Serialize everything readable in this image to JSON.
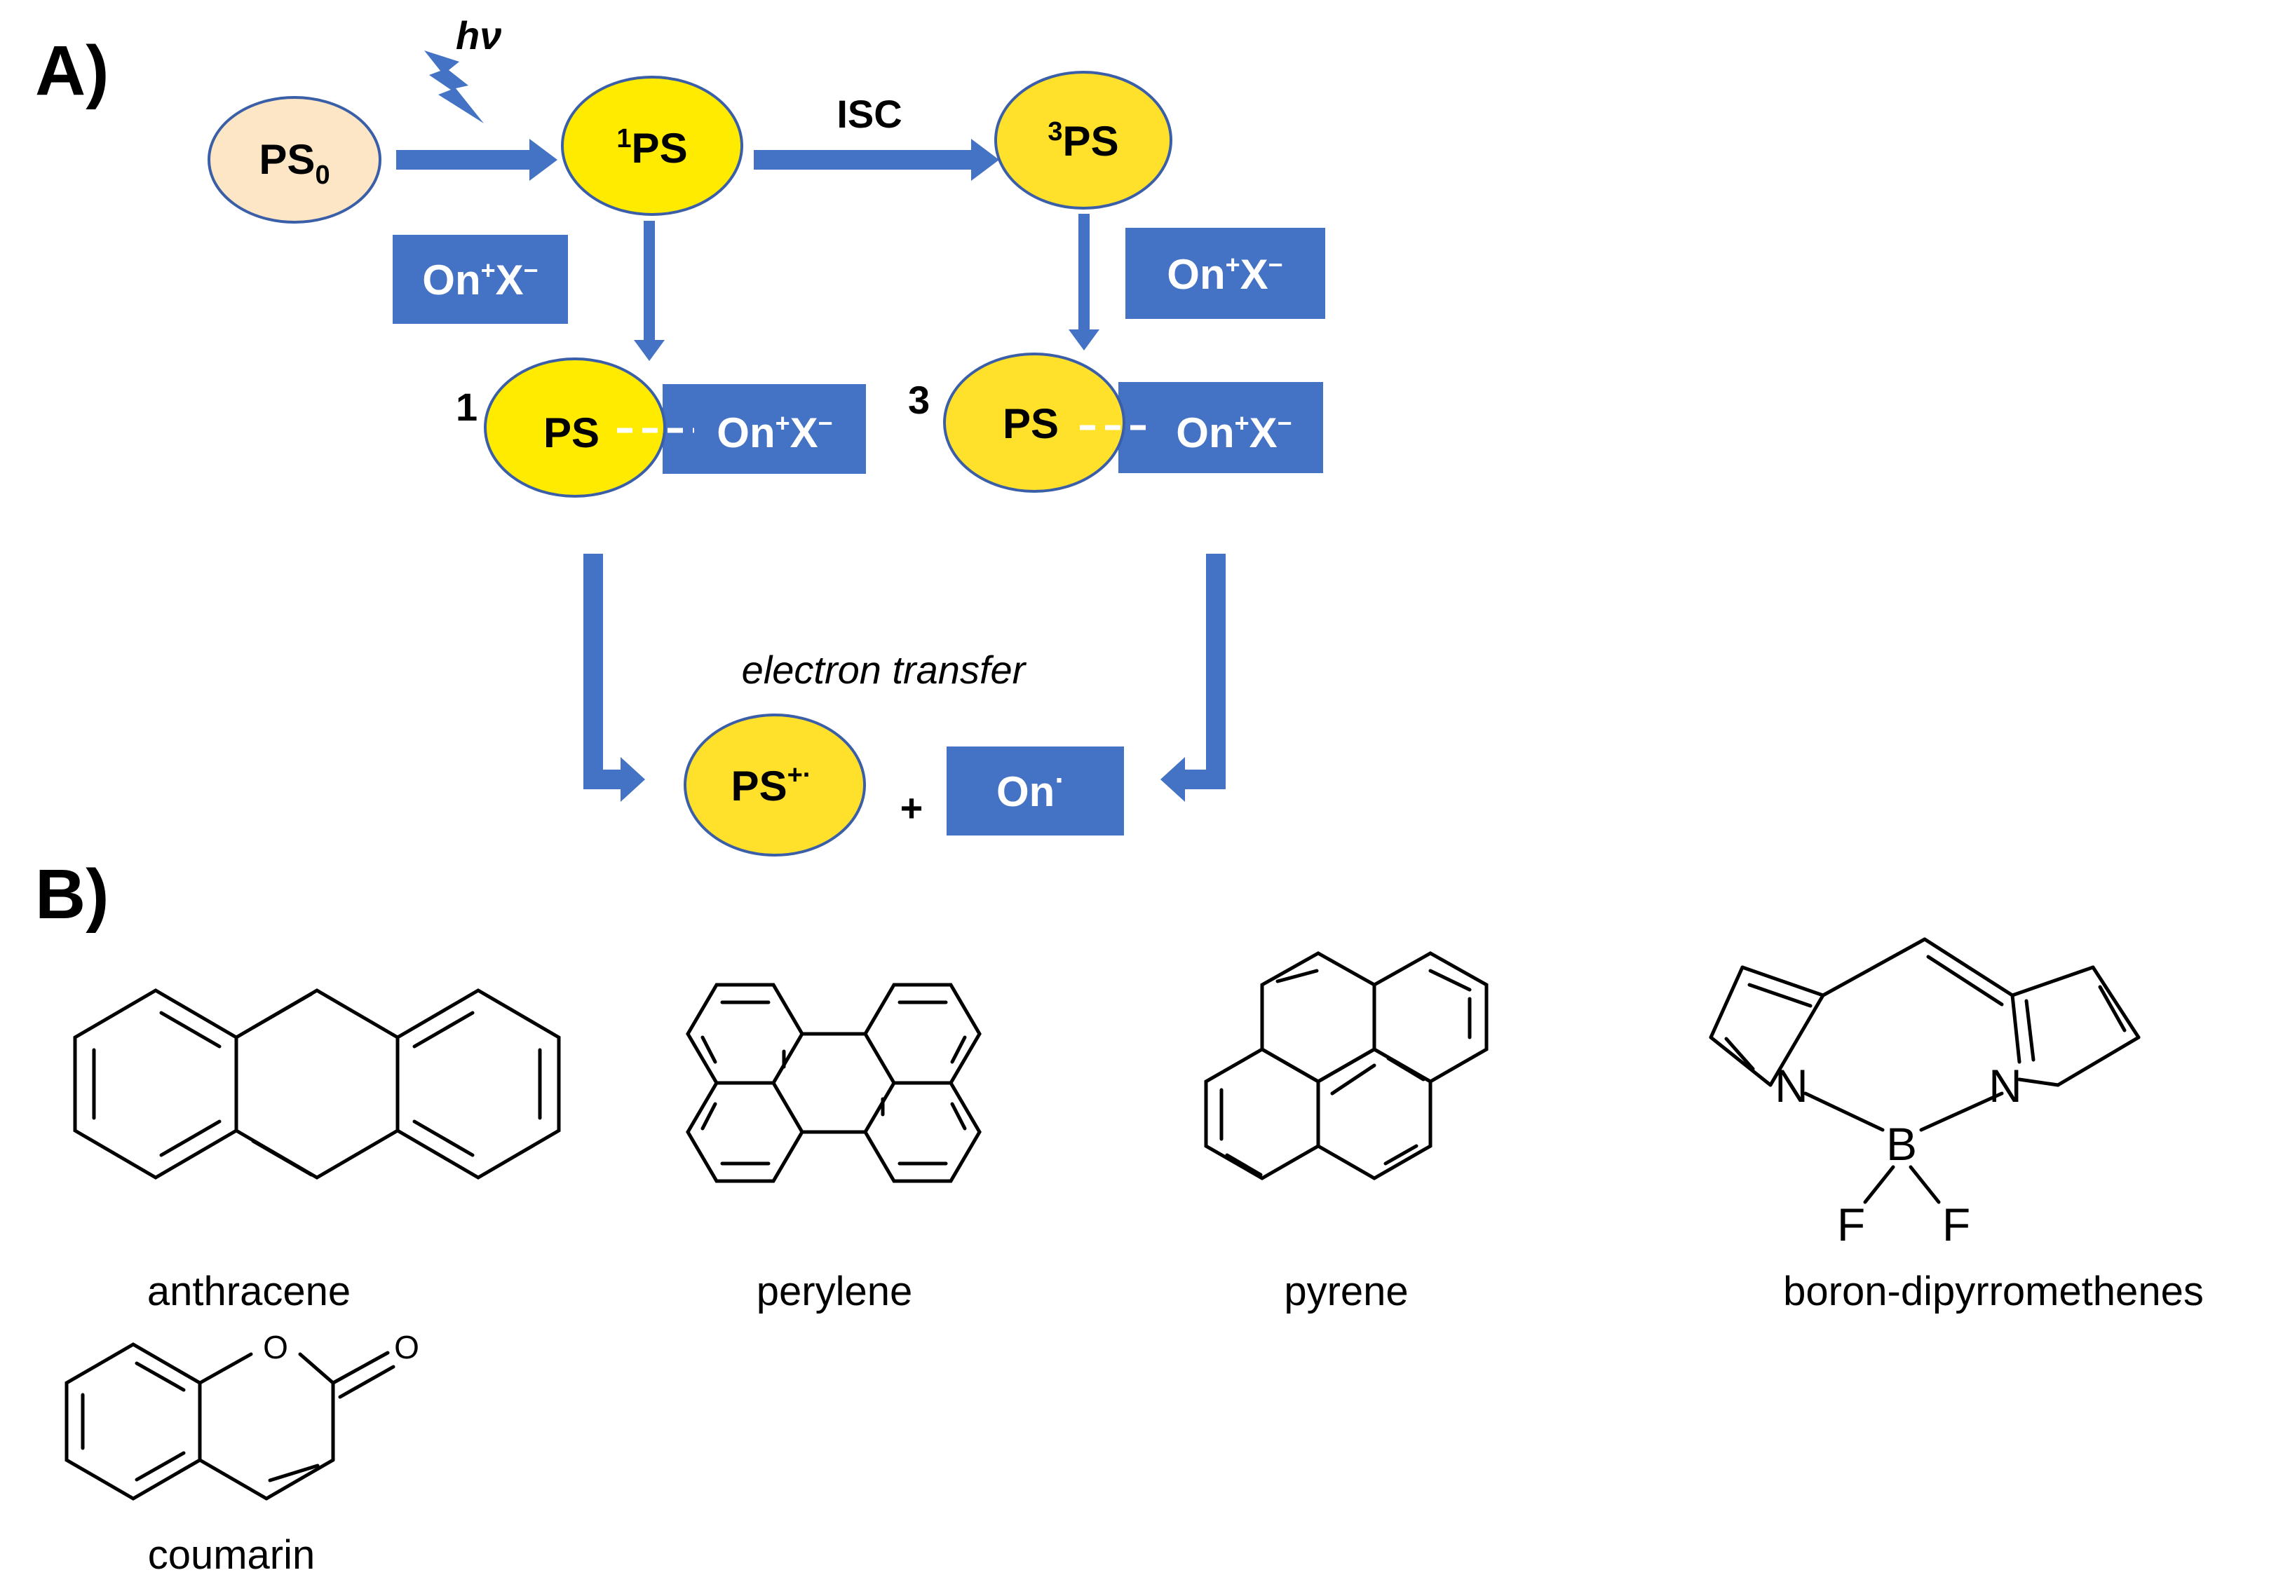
{
  "panelA": {
    "label": "A)",
    "hv": "hν",
    "isc": "ISC",
    "ps0": "PS",
    "ps0_sub": "0",
    "ps1_sup": "1",
    "ps1_main": "PS",
    "ps3_sup": "3",
    "ps3_main": "PS",
    "onium_prefix": "On",
    "onium_plus": "+",
    "onium_x": "X",
    "onium_minus": "−",
    "complex1_num": "1",
    "complex3_num": "3",
    "complex_ps": "PS",
    "complex_dashes": "---",
    "electron_transfer": "electron transfer",
    "radical_cation_main": "PS",
    "radical_cation_sup": "+·",
    "plus_sign": "+",
    "onium_radical_main": "On",
    "onium_radical_sup": "·"
  },
  "panelB": {
    "label": "B)",
    "compounds": [
      "anthracene",
      "perylene",
      "pyrene",
      "boron-dipyrromethenes",
      "coumarin"
    ],
    "atoms": {
      "N": "N",
      "B": "B",
      "F": "F",
      "O": "O"
    }
  },
  "colors": {
    "blue": "#4472C4",
    "yellow": "#FFEB00",
    "peach": "#FCE6C5",
    "outline": "#3A5FA8"
  }
}
